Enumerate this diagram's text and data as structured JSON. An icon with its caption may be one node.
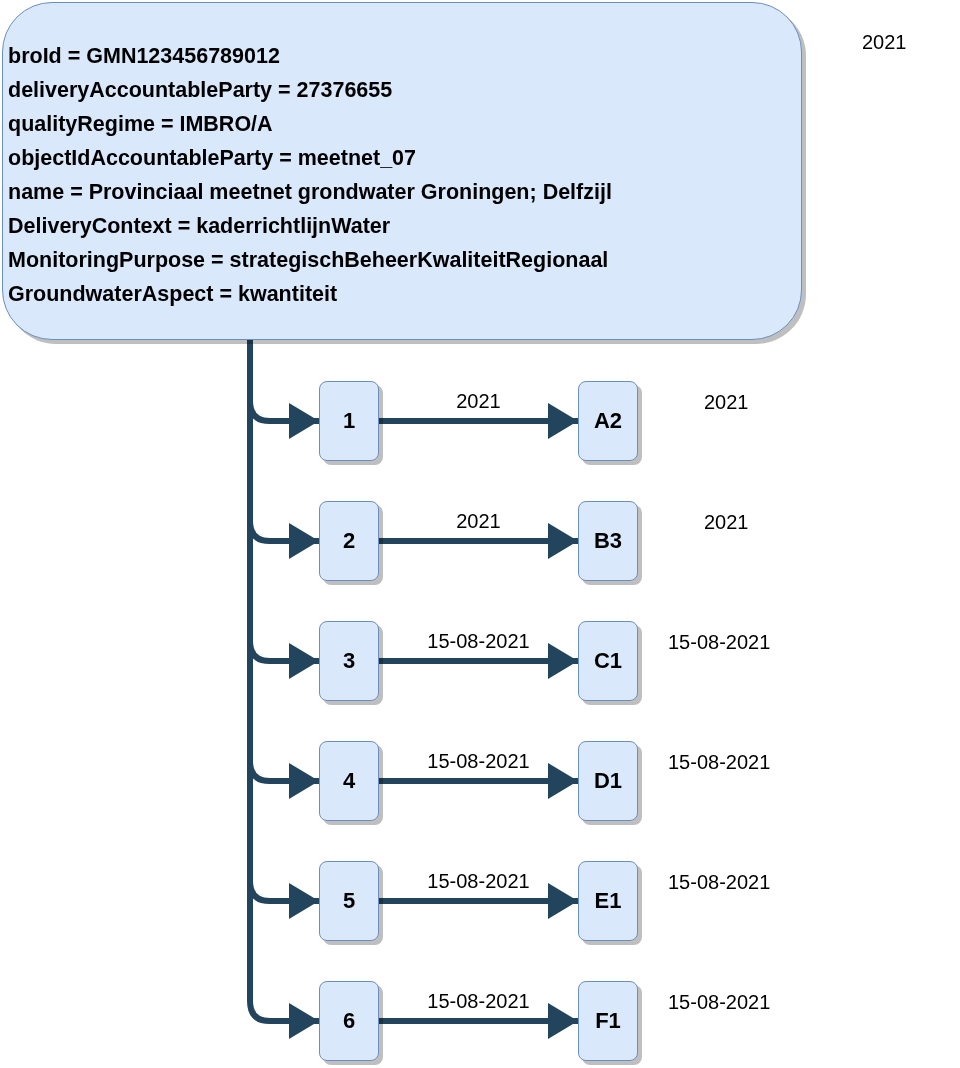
{
  "diagram": {
    "nodes": [
      {
        "text": [
          "broId = GMN123456789012",
          "deliveryAccountableParty = 27376655",
          "qualityRegime = IMBRO/A",
          "objectIdAccountableParty = meetnet_07",
          "name = Provinciaal meetnet grondwater Groningen; Delfzijl",
          "DeliveryContext = kaderrichtlijnWater",
          "MonitoringPurpose = strategischBeheerKwaliteitRegionaal",
          "GroundwaterAspect = kwantiteit"
        ],
        "beside": [
          "2021"
        ]
      },
      {
        "text": [
          "1"
        ]
      },
      {
        "text": [
          "A2"
        ],
        "beside": [
          "2021"
        ]
      },
      {
        "text": [
          "2"
        ]
      },
      {
        "text": [
          "B3"
        ],
        "beside": [
          "2021"
        ]
      },
      {
        "text": [
          "3"
        ]
      },
      {
        "text": [
          "C1"
        ],
        "beside": [
          "15-08-2021"
        ]
      },
      {
        "text": [
          "4"
        ]
      },
      {
        "text": [
          "D1"
        ],
        "beside": [
          "15-08-2021"
        ]
      },
      {
        "text": [
          "5"
        ]
      },
      {
        "text": [
          "E1"
        ],
        "beside": [
          "15-08-2021"
        ]
      },
      {
        "text": [
          "6"
        ]
      },
      {
        "text": [
          "F1"
        ],
        "beside": [
          "15-08-2021"
        ]
      }
    ],
    "edges": [
      {
        "from": 0,
        "to": 1,
        "arrow": "to"
      },
      {
        "from": 0,
        "to": 3,
        "arrow": "to"
      },
      {
        "from": 0,
        "to": 5,
        "arrow": "to"
      },
      {
        "from": 0,
        "to": 7,
        "arrow": "to"
      },
      {
        "from": 0,
        "to": 9,
        "arrow": "to"
      },
      {
        "from": 0,
        "to": 11,
        "arrow": "to"
      },
      {
        "from": 1,
        "to": 2,
        "arrow": "to",
        "label": "2021"
      },
      {
        "from": 3,
        "to": 4,
        "arrow": "to",
        "label": "2021"
      },
      {
        "from": 5,
        "to": 6,
        "arrow": "to",
        "label": "15-08-2021"
      },
      {
        "from": 7,
        "to": 8,
        "arrow": "to",
        "label": "15-08-2021"
      },
      {
        "from": 9,
        "to": 10,
        "arrow": "to",
        "label": "15-08-2021"
      },
      {
        "from": 11,
        "to": 12,
        "arrow": "to",
        "label": "15-08-2021"
      }
    ]
  }
}
